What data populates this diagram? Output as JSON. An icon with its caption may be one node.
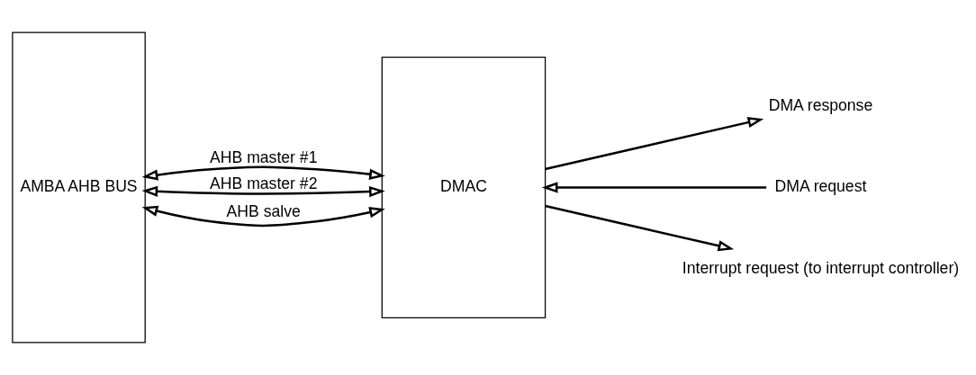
{
  "diagram": {
    "nodes": [
      {
        "text": [
          "AMBA AHB BUS"
        ]
      },
      {
        "text": [
          "DMAC"
        ]
      },
      {
        "text": [
          "DMA response"
        ]
      },
      {
        "text": [
          "DMA request"
        ]
      },
      {
        "text": [
          "Interrupt request (to interrupt controller)"
        ]
      }
    ],
    "edges": [
      {
        "from": 0,
        "to": 1,
        "arrow": "both",
        "label": "AHB master #1"
      },
      {
        "from": 0,
        "to": 1,
        "arrow": "both",
        "label": "AHB master #2"
      },
      {
        "from": 0,
        "to": 1,
        "arrow": "both",
        "label": "AHB salve"
      },
      {
        "from": 1,
        "to": 2,
        "arrow": "to"
      },
      {
        "from": 3,
        "to": 1,
        "arrow": "to"
      },
      {
        "from": 1,
        "to": 4,
        "arrow": "to"
      }
    ]
  }
}
